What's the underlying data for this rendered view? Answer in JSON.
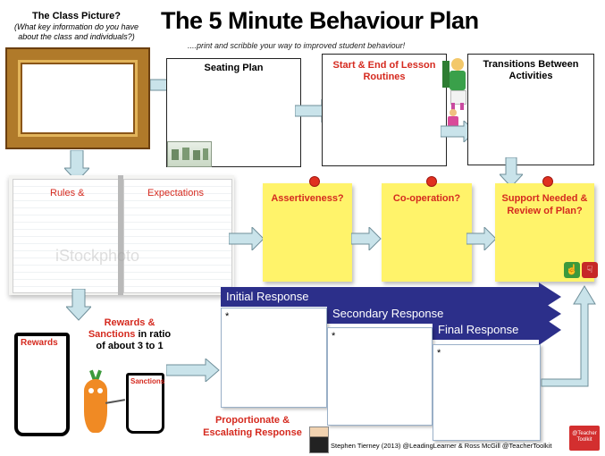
{
  "title": "The 5 Minute Behaviour Plan",
  "subtitle": "....print and scribble your way to improved student behaviour!",
  "class_picture": {
    "heading": "The Class Picture?",
    "question": "(What key information do you have about the class and individuals?)"
  },
  "boxes": {
    "seating_plan": "Seating Plan",
    "start_end": "Start & End of Lesson Routines",
    "transitions": "Transitions Between Activities"
  },
  "book": {
    "left_label": "Rules &",
    "right_label": "Expectations",
    "watermark": "iStockphoto"
  },
  "notes": [
    "Assertiveness?",
    "Co-operation?",
    "Support Needed & Review of Plan?"
  ],
  "rewards": {
    "heading_part1": "Rewards &",
    "heading_part2": "Sanctions",
    "heading_part3": " in ratio of about 3 to 1",
    "rewards_label": "Rewards",
    "sanctions_label": "Sanctions"
  },
  "responses": {
    "initial": "Initial Response",
    "secondary": "Secondary Response",
    "final": "Final Response",
    "bullet": "*"
  },
  "proportionate": "Proportionate & Escalating Response",
  "credit": "Stephen Tierney (2013) @LeadingLearner & Ross McGill @TeacherToolkit",
  "logo_text": "@Teacher Toolkit",
  "colors": {
    "red": "#d52a1f",
    "navy": "#2c2f8a",
    "note": "#fff36a",
    "arrow": "#c9e3ea"
  }
}
